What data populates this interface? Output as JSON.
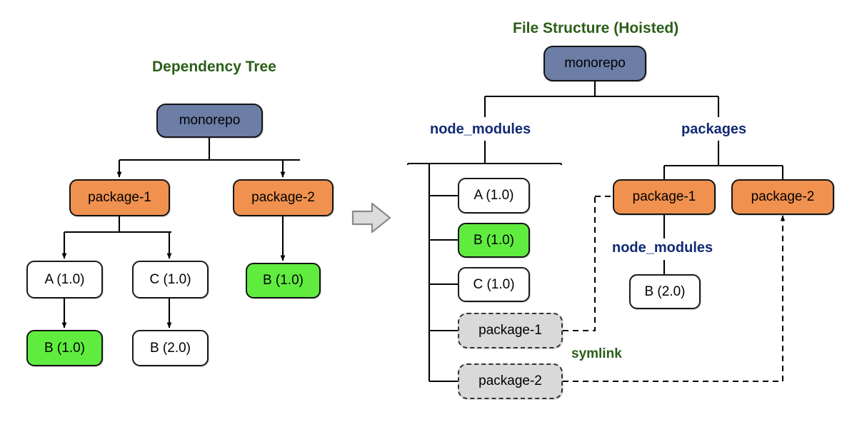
{
  "diagram": {
    "type": "monorepo-hoisting-diagram",
    "background": "#ffffff",
    "colors": {
      "root_node": "#6c7ea6",
      "package_node": "#f0914f",
      "highlight_node": "#5fec3f",
      "plain_node": "#ffffff",
      "symlink_node": "#d9d9d9",
      "title_text": "#2b5e18",
      "folder_text": "#122a74",
      "edge": "#000000",
      "transition_arrow": "#d9d9d9"
    }
  },
  "left_panel": {
    "title": "Dependency Tree",
    "nodes": {
      "root": "monorepo",
      "package_1": "package-1",
      "package_2": "package-2",
      "a_100": "A (1.0)",
      "c_100": "C (1.0)",
      "b_100_under_a": "B (1.0)",
      "b_200_under_c": "B (2.0)",
      "b_100_under_p2": "B (1.0)"
    }
  },
  "transition": {
    "icon": "right-block-arrow"
  },
  "right_panel": {
    "title": "File Structure (Hoisted)",
    "nodes": {
      "root": "monorepo",
      "node_modules_label": "node_modules",
      "packages_label": "packages",
      "nm_a_100": "A (1.0)",
      "nm_b_100": "B (1.0)",
      "nm_c_100": "C (1.0)",
      "nm_package_1_symlink": "package-1",
      "nm_package_2_symlink": "package-2",
      "pkg_package_1": "package-1",
      "pkg_package_2": "package-2",
      "pkg1_node_modules_label": "node_modules",
      "pkg1_b_200": "B (2.0)"
    },
    "symlink_annotation": "symlink"
  }
}
